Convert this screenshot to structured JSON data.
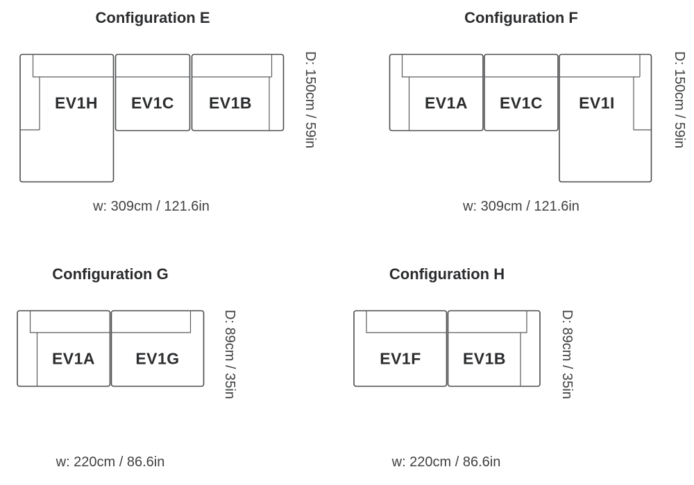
{
  "page": {
    "background": "#ffffff"
  },
  "style": {
    "line_color": "#4a4b4d",
    "inner_line_color": "#595a5d",
    "label_color": "#2b2c2e",
    "dim_color": "#3f4042"
  },
  "configs": [
    {
      "id": "E",
      "title": "Configuration E",
      "modules": [
        "EV1H",
        "EV1C",
        "EV1B"
      ],
      "depth_label": "D: 150cm / 59in",
      "width_label": "w: 309cm / 121.6in"
    },
    {
      "id": "F",
      "title": "Configuration F",
      "modules": [
        "EV1A",
        "EV1C",
        "EV1I"
      ],
      "depth_label": "D: 150cm / 59in",
      "width_label": "w: 309cm / 121.6in"
    },
    {
      "id": "G",
      "title": "Configuration G",
      "modules": [
        "EV1A",
        "EV1G"
      ],
      "depth_label": "D: 89cm / 35in",
      "width_label": "w: 220cm / 86.6in"
    },
    {
      "id": "H",
      "title": "Configuration H",
      "modules": [
        "EV1F",
        "EV1B"
      ],
      "depth_label": "D: 89cm / 35in",
      "width_label": "w: 220cm / 86.6in"
    }
  ]
}
